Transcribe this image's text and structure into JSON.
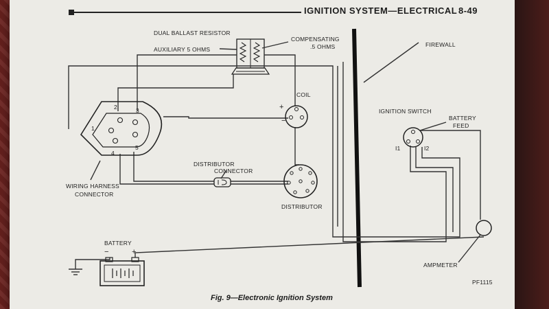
{
  "header": {
    "title": "IGNITION SYSTEM—ELECTRICAL",
    "page_number": "8-49"
  },
  "labels": {
    "dual_ballast_resistor": "DUAL BALLAST RESISTOR",
    "auxiliary": "AUXILIARY 5 OHMS",
    "compensating_line1": "COMPENSATING",
    "compensating_line2": ".5 OHMS",
    "firewall": "FIREWALL",
    "coil": "COIL",
    "coil_plus": "+",
    "coil_minus": "−",
    "ignition_switch": "IGNITION SWITCH",
    "battery_feed_line1": "BATTERY",
    "battery_feed_line2": "FEED",
    "i1": "I1",
    "i2": "I2",
    "distributor_connector_line1": "DISTRIBUTOR",
    "distributor_connector_line2": "CONNECTOR",
    "distributor": "DISTRIBUTOR",
    "wiring_harness_line1": "WIRING HARNESS",
    "wiring_harness_line2": "CONNECTOR",
    "battery": "BATTERY",
    "battery_minus": "−",
    "battery_plus": "+",
    "ammeter": "AMPMETER",
    "code": "PF1115",
    "pin1": "1",
    "pin2": "2",
    "pin3": "3",
    "pin4": "4",
    "pin5": "5"
  },
  "caption": "Fig. 9—Electronic Ignition System"
}
